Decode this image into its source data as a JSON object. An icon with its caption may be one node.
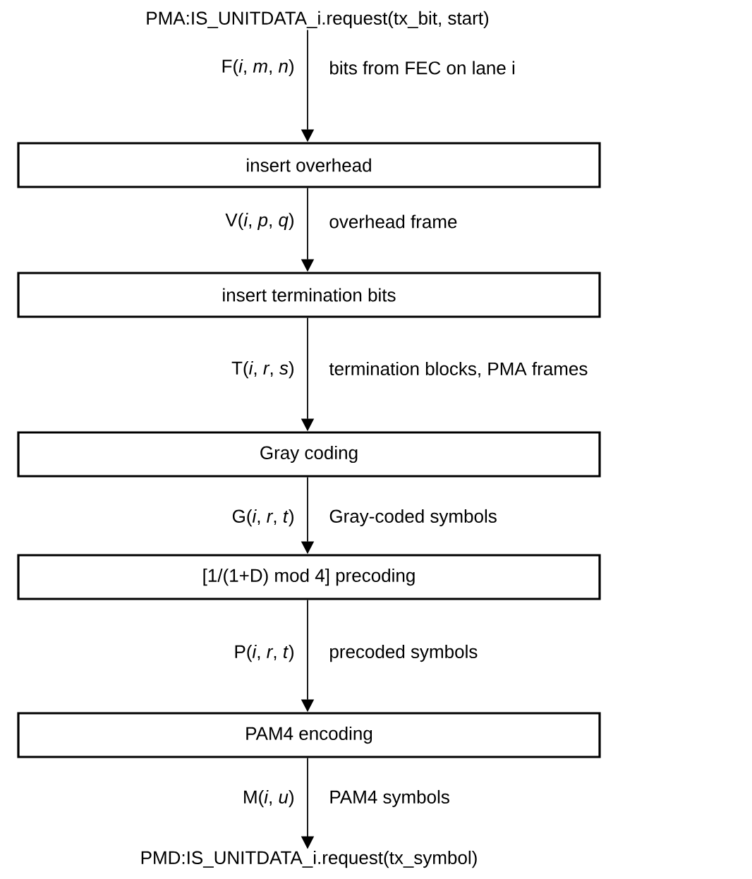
{
  "diagram": {
    "nodes": [
      {
        "text": [
          "PMA:IS_UNITDATA_i.request(tx_bit, start)"
        ]
      },
      {
        "text": [
          "insert overhead"
        ]
      },
      {
        "text": [
          "insert termination bits"
        ]
      },
      {
        "text": [
          "Gray coding"
        ]
      },
      {
        "text": [
          "[1/(1+D) mod 4] precoding"
        ]
      },
      {
        "text": [
          "PAM4 encoding"
        ]
      },
      {
        "text": [
          "PMD:IS_UNITDATA_i.request(tx_symbol)"
        ]
      }
    ],
    "edges": [
      {
        "from": 0,
        "to": 1,
        "arrow": "to",
        "label": "F(*i*, *m*, *n*)"
      },
      {
        "from": 1,
        "to": 2,
        "arrow": "to",
        "label": "V(*i*, *p*, *q*)"
      },
      {
        "from": 2,
        "to": 3,
        "arrow": "to",
        "label": "T(*i*, *r*, *s*)"
      },
      {
        "from": 3,
        "to": 4,
        "arrow": "to",
        "label": "G(*i*, *r*, *t*)"
      },
      {
        "from": 4,
        "to": 5,
        "arrow": "to",
        "label": "P(*i*, *r*, *t*)"
      },
      {
        "from": 5,
        "to": 6,
        "arrow": "to",
        "label": "M(*i*, *u*)"
      }
    ],
    "labels": [
      "bits from FEC on lane i",
      "overhead frame",
      "termination blocks, PMA frames",
      "Gray-coded symbols",
      "precoded symbols",
      "PAM4 symbols"
    ]
  }
}
